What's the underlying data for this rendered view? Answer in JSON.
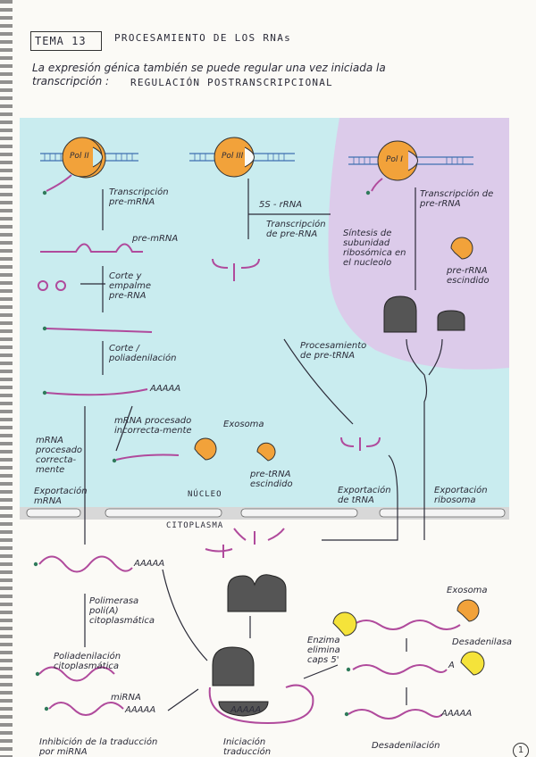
{
  "header": {
    "tema": "TEMA 13",
    "title": "PROCESAMIENTO DE LOS RNAs",
    "intro_line1": "La expresión génica también se puede regular una vez iniciada la",
    "intro_line2": "transcripción :",
    "intro_highlight": "REGULACIÓN POSTRANSCRIPCIONAL"
  },
  "polymerases": {
    "pol2": "Pol II",
    "pol3": "Pol III",
    "pol1": "Pol I"
  },
  "nucleus_labels": {
    "transcripcion_pre_mrna": "Transcripción pre-mRNA",
    "pre_mrna": "pre-mRNA",
    "corte_empalme": "Corte y empalme pre-RNA",
    "corte_poliadenilacion": "Corte / poliadenilación",
    "aaaaa": "AAAAA",
    "mrna_procesado_incorrecta": "mRNA procesado incorrecta-mente",
    "exosoma": "Exosoma",
    "pre_trna_escindido": "pre-tRNA escindido",
    "mrna_procesado_correcta": "mRNA procesado correcta-mente",
    "exportacion_mrna": "Exportación mRNA",
    "nucleo": "NÚCLEO",
    "five_s_rrna": "5S - rRNA",
    "transcripcion_pre_rna": "Transcripción de pre-RNA",
    "procesamiento_pre_trna": "Procesamiento de pre-tRNA",
    "exportacion_trna": "Exportación de tRNA",
    "transcripcion_pre_rrna": "Transcripción de pre-rRNA",
    "sintesis_subunidad": "Síntesis de subunidad ribosómica en el nucleolo",
    "pre_rrna_escindido": "pre-rRNA escindido",
    "exportacion_ribosoma": "Exportación ribosoma"
  },
  "cytoplasm_labels": {
    "citoplasma": "CITOPLASMA",
    "aaaaa_top": "AAAAA",
    "polimerasa_poli_a": "Polimerasa poli(A) citoplasmática",
    "poliadenilacion_citoplasmatica": "Poliadenilación citoplasmática",
    "mirna": "miRNA",
    "aaaaa_mirna": "AAAAA",
    "inhibicion_traduccion": "Inhibición de la traducción por miRNA",
    "aaaaa_initiation": "AAAAA",
    "iniciacion_traduccion": "Iniciación traducción",
    "exosoma_cyto": "Exosoma",
    "enzima_elimina_caps": "Enzima elimina caps 5'",
    "desadenilasa": "Desadenilasa",
    "a_tail": "A",
    "aaaaa_deadenyl": "AAAAA",
    "desadenilacion": "Desadenilación"
  },
  "page_number": "1",
  "colors": {
    "cyan_bg": "#c9ecef",
    "purple_bg": "#dccbea",
    "orange": "#f2a23a",
    "pink": "#b04a9c",
    "yellow": "#f5e33a",
    "ribosome": "#555555"
  }
}
